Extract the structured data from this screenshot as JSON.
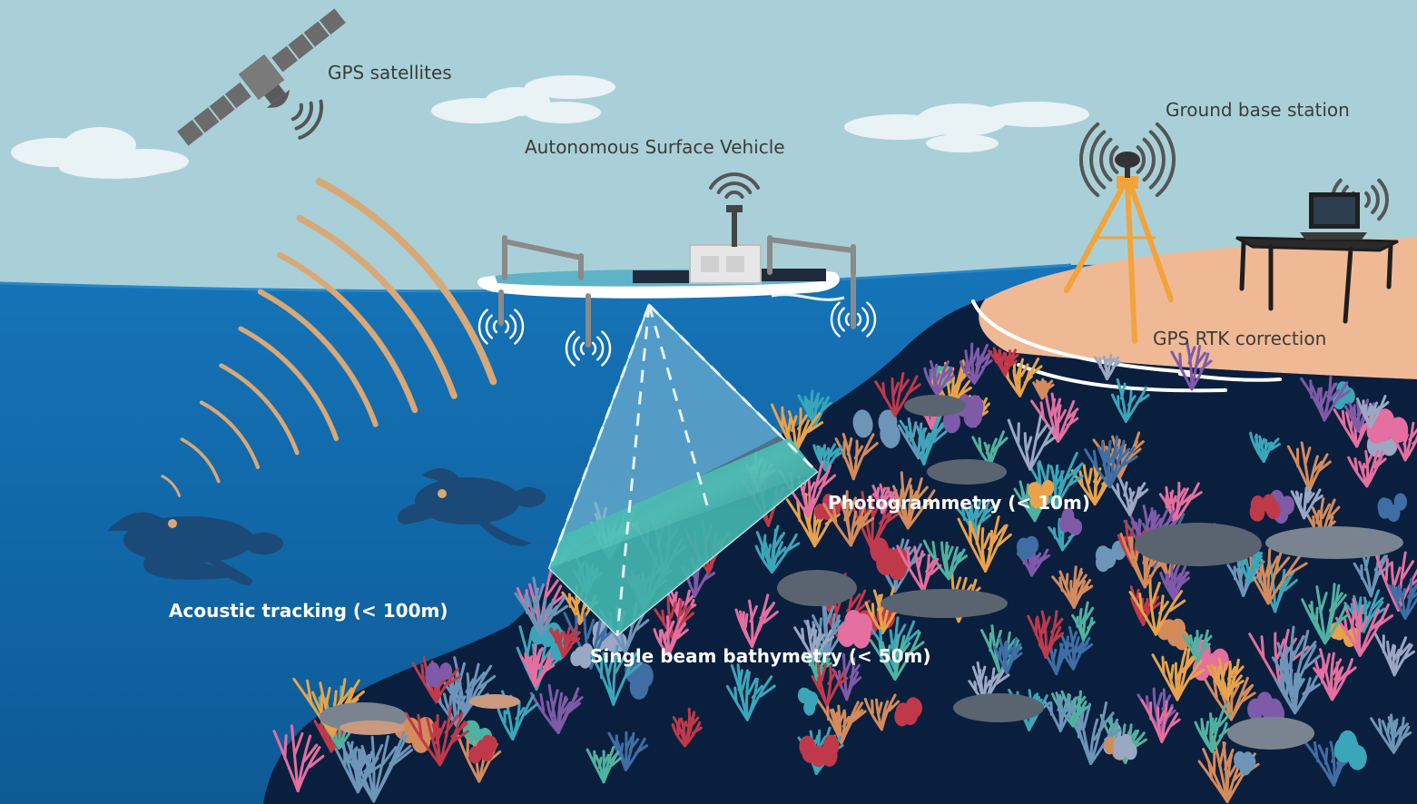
{
  "labels": {
    "gps_satellites": "GPS satellites",
    "autonomous_surface_vehicle": "Autonomous Surface Vehicle",
    "ground_base_station": "Ground base station",
    "gps_rtk_correction": "GPS RTK correction",
    "photogrammetry": "Photogrammetry (< 10m)",
    "acoustic_tracking": "Acoustic tracking (< 100m)",
    "single_beam_bathymetry": "Single beam bathymetry (< 50m)"
  },
  "colors": {
    "sky": "#a9d0d8",
    "ocean": "#1574b8",
    "ocean_deep": "#0d5a96",
    "seabed": "#0a1f3d",
    "beach": "#f0b995",
    "tripod": "#f2a33a",
    "cloud": "#e9f2f5",
    "signal": "#555555",
    "acoustic_arc": "#d9a877",
    "turtle": "#1b4a78",
    "sensing_cone": "#a6d8e3",
    "coral_palette": [
      "#e8a24a",
      "#c0394a",
      "#7f5aa8",
      "#3aa6b9",
      "#e46fa0",
      "#6c95b8",
      "#9aa8c4",
      "#4fb2a0",
      "#d48b5c",
      "#3f6ea5"
    ]
  },
  "icons": [
    "satellite-icon",
    "signal-waves-icon",
    "boat-icon",
    "tripod-icon",
    "laptop-icon",
    "table-icon",
    "turtle-icon",
    "coral-icon",
    "cloud-icon"
  ]
}
